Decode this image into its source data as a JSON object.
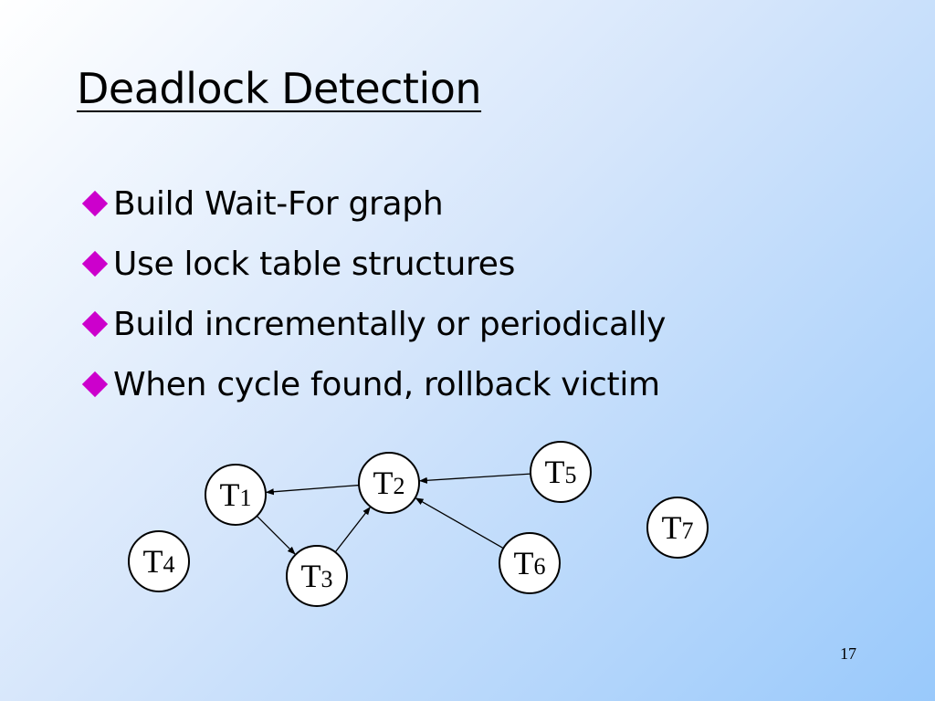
{
  "slide": {
    "title": "Deadlock Detection",
    "bullet_icon": "diamond-bullet-icon",
    "accent_color": "#cc00cc",
    "bullets": [
      {
        "text": "Build Wait-For graph"
      },
      {
        "text": "Use lock table structures"
      },
      {
        "text": "Build incrementally or periodically"
      },
      {
        "text": "When cycle found, rollback victim"
      }
    ],
    "page_number": "17"
  },
  "wait_for_graph": {
    "nodes": [
      {
        "id": "T1",
        "letter": "T",
        "sub": "1"
      },
      {
        "id": "T2",
        "letter": "T",
        "sub": "2"
      },
      {
        "id": "T3",
        "letter": "T",
        "sub": "3"
      },
      {
        "id": "T4",
        "letter": "T",
        "sub": "4"
      },
      {
        "id": "T5",
        "letter": "T",
        "sub": "5"
      },
      {
        "id": "T6",
        "letter": "T",
        "sub": "6"
      },
      {
        "id": "T7",
        "letter": "T",
        "sub": "7"
      }
    ],
    "edges": [
      {
        "from": "T2",
        "to": "T1"
      },
      {
        "from": "T1",
        "to": "T3"
      },
      {
        "from": "T3",
        "to": "T2"
      },
      {
        "from": "T5",
        "to": "T2"
      },
      {
        "from": "T6",
        "to": "T2"
      }
    ]
  }
}
